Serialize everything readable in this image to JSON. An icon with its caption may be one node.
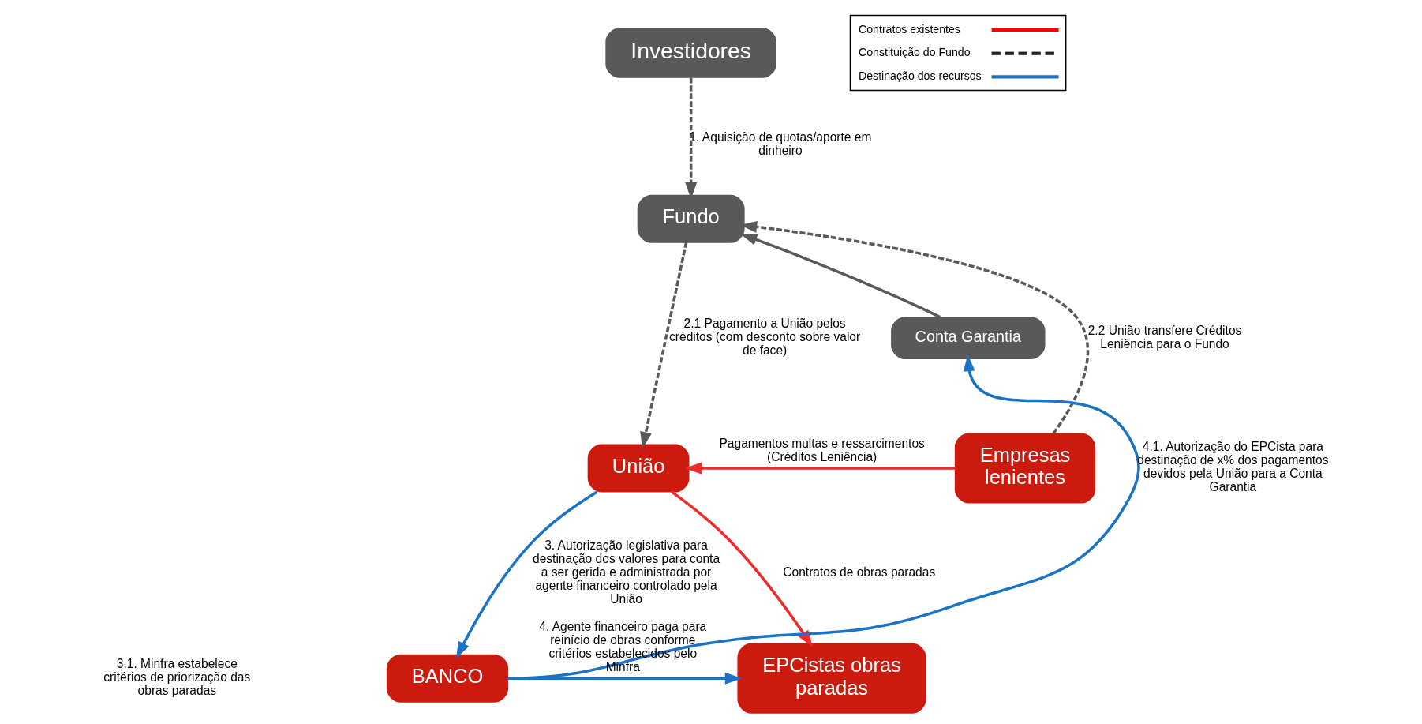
{
  "diagram": {
    "nodes": [
      {
        "text": [
          "Investidores"
        ]
      },
      {
        "text": [
          "Fundo"
        ]
      },
      {
        "text": [
          "Conta Garantia"
        ]
      },
      {
        "text": [
          "União"
        ]
      },
      {
        "text": [
          "Empresas lenientes"
        ]
      },
      {
        "text": [
          "BANCO"
        ]
      },
      {
        "text": [
          "EPCistas obras paradas"
        ]
      }
    ],
    "edges": [
      {
        "from": 0,
        "to": 1,
        "arrow": "to",
        "style": "dashed",
        "color": "#595959",
        "label": "1. Aquisição de quotas/aporte em dinheiro"
      },
      {
        "from": 1,
        "to": 3,
        "arrow": "to",
        "style": "dashed",
        "color": "#595959",
        "label": "2.1 Pagamento a União pelos créditos (com desconto sobre valor de face)"
      },
      {
        "from": 4,
        "to": 1,
        "arrow": "to",
        "style": "dashed",
        "color": "#595959",
        "label": "2.2 União transfere Créditos Leniência para o Fundo"
      },
      {
        "from": 2,
        "to": 1,
        "arrow": "to",
        "color": "#595959"
      },
      {
        "from": 4,
        "to": 3,
        "arrow": "to",
        "color": "#ee2a2a",
        "label": "Pagamentos multas e ressarcimentos (Créditos Leniência)"
      },
      {
        "from": 3,
        "to": 6,
        "arrow": "to",
        "color": "#ee2a2a",
        "label": "Contratos de obras paradas"
      },
      {
        "from": 3,
        "to": 5,
        "arrow": "to",
        "color": "#1a73c4",
        "label": "3. Autorização legislativa para destinação dos valores para conta a ser gerida e administrada por agente financeiro controlado pela União"
      },
      {
        "from": 5,
        "to": 2,
        "arrow": "to",
        "color": "#1a73c4",
        "label": "4.1. Autorização do EPCista para destinação de x% dos pagamentos devidos pela União para a Conta Garantia"
      },
      {
        "from": 5,
        "to": 6,
        "arrow": "to",
        "color": "#1a73c4",
        "label": "4. Agente financeiro paga para reinício de obras conforme critérios estabelecidos pelo Minfra"
      }
    ],
    "labels": [
      "3.1. Minfra estabelece critérios de priorização das obras paradas"
    ],
    "legend": [
      {
        "text": "Contratos existentes"
      },
      {
        "text": "Constituição do Fundo"
      },
      {
        "text": "Destinação dos recursos"
      }
    ]
  }
}
